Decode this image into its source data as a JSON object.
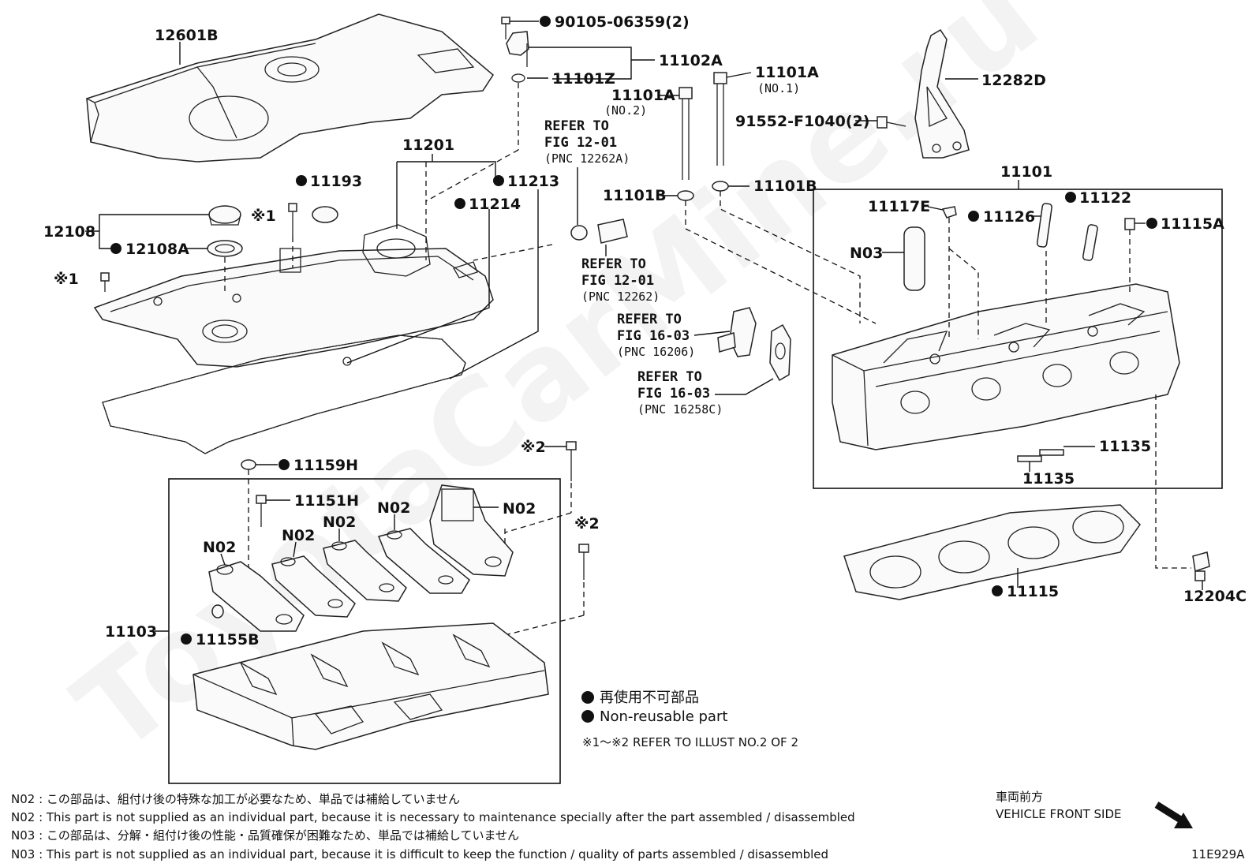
{
  "parts": {
    "p12601B": "12601B",
    "p90105": "90105-06359(2)",
    "p11102A": "11102A",
    "p11101Z": "11101Z",
    "p11101A_no1": "11101A",
    "no1": "(NO.1)",
    "p11101A_no2": "11101A",
    "no2": "(NO.2)",
    "p12282D": "12282D",
    "p91552": "91552-F1040(2)",
    "p11201": "11201",
    "p11193": "11193",
    "p11213": "11213",
    "p11214": "11214",
    "p12108": "12108",
    "p12108A": "12108A",
    "mark1a": "※1",
    "mark1b": "※1",
    "p11101B_a": "11101B",
    "p11101B_b": "11101B",
    "p11101": "11101",
    "p11117E": "11117E",
    "p11122": "11122",
    "p11126": "11126",
    "p11115A": "11115A",
    "pN03": "N03",
    "p11159H": "11159H",
    "mark2a": "※2",
    "mark2b": "※2",
    "p11151H": "11151H",
    "pN02_a": "N02",
    "pN02_b": "N02",
    "pN02_c": "N02",
    "pN02_d": "N02",
    "pN02_e": "N02",
    "p11103": "11103",
    "p11155B": "11155B",
    "p11135_a": "11135",
    "p11135_b": "11135",
    "p11115": "11115",
    "p12204C": "12204C"
  },
  "refs": {
    "r1_line1": "REFER TO",
    "r1_line2": "FIG 12-01",
    "r1_pnc": "(PNC 12262A)",
    "r2_line1": "REFER TO",
    "r2_line2": "FIG 12-01",
    "r2_pnc": "(PNC 12262)",
    "r3_line1": "REFER TO",
    "r3_line2": "FIG 16-03",
    "r3_pnc": "(PNC 16206)",
    "r4_line1": "REFER TO",
    "r4_line2": "FIG 16-03",
    "r4_pnc": "(PNC 16258C)"
  },
  "legend": {
    "jp": "再使用不可部品",
    "en": "Non-reusable part",
    "refer": "※1～※2  REFER TO ILLUST NO.2 OF 2"
  },
  "direction": {
    "jp": "車両前方",
    "en": "VEHICLE FRONT SIDE"
  },
  "notes": {
    "n1": "N02 : この部品は、組付け後の特殊な加工が必要なため、単品では補給していません",
    "n2": "N02 : This part is not supplied as an individual part, because it is necessary to maintenance specially after the part assembled / disassembled",
    "n3": "N03 : この部品は、分解・組付け後の性能・品質確保が困難なため、単品では補給していません",
    "n4": "N03 : This part is not supplied as an individual part, because it is difficult to keep the function / quality of parts  assembled / disassembled"
  },
  "illustration_id": "11E929A",
  "watermark": "ToyotaCarMine.ru",
  "colors": {
    "ink": "#111111",
    "paper": "#ffffff"
  }
}
